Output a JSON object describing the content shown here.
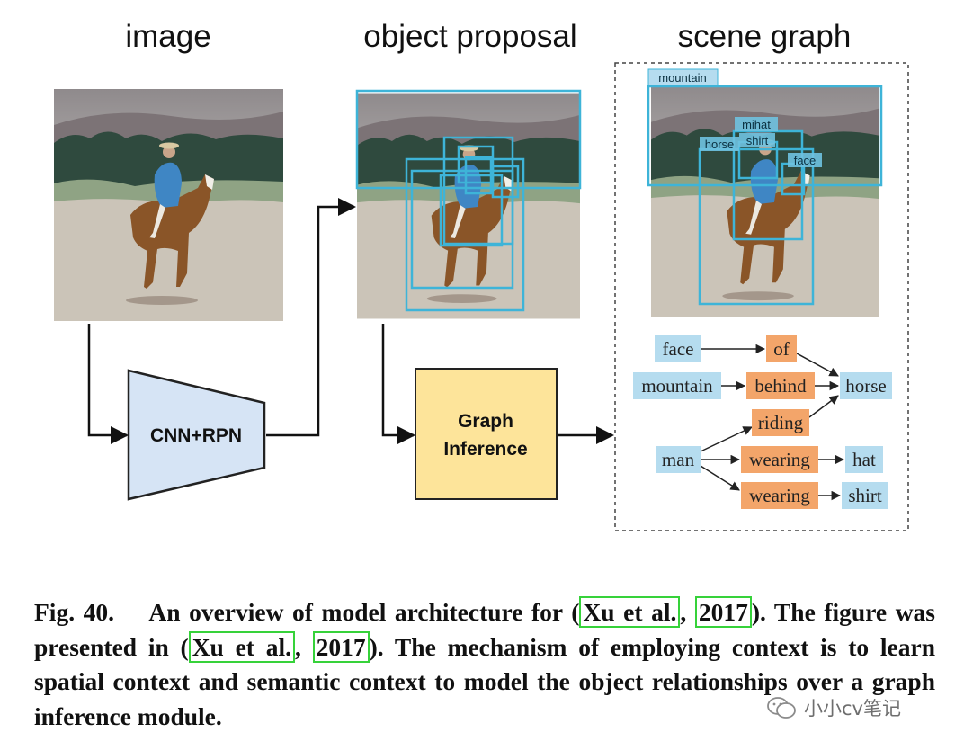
{
  "columns": {
    "image": "image",
    "proposal": "object proposal",
    "scene": "scene graph"
  },
  "modules": {
    "cnn_rpn": "CNN+RPN",
    "graph_line1": "Graph",
    "graph_line2": "Inference"
  },
  "scene_box_labels": {
    "mountain": "mountain",
    "mihat": "mihat",
    "horse": "horse",
    "shirt": "shirt",
    "face": "face"
  },
  "graph_nodes": {
    "face": "face",
    "of": "of",
    "mountain": "mountain",
    "behind": "behind",
    "horse": "horse",
    "riding": "riding",
    "man": "man",
    "wearing1": "wearing",
    "hat": "hat",
    "wearing2": "wearing",
    "shirt": "shirt"
  },
  "colors": {
    "object_node": "#b5dcef",
    "relation_node": "#f3a56a",
    "cnn_fill": "#d6e4f5",
    "graph_fill": "#fde49a",
    "graph_stroke": "#b08a2a",
    "proposal_box": "#3eb4d8",
    "citation_box": "#36d23a"
  },
  "caption": {
    "fig": "Fig. 40.",
    "t1": "An overview of model architecture for (",
    "c1a": "Xu et al.",
    "t2": ", ",
    "c1b": "2017",
    "t3": "). The figure was presented in (",
    "c2a": "Xu et al.",
    "t4": ", ",
    "c2b": "2017",
    "t5": "). The mechanism of employing context is to learn spatial context and semantic context to model the object relationships over a graph inference module."
  },
  "watermark": "小小cv笔记"
}
